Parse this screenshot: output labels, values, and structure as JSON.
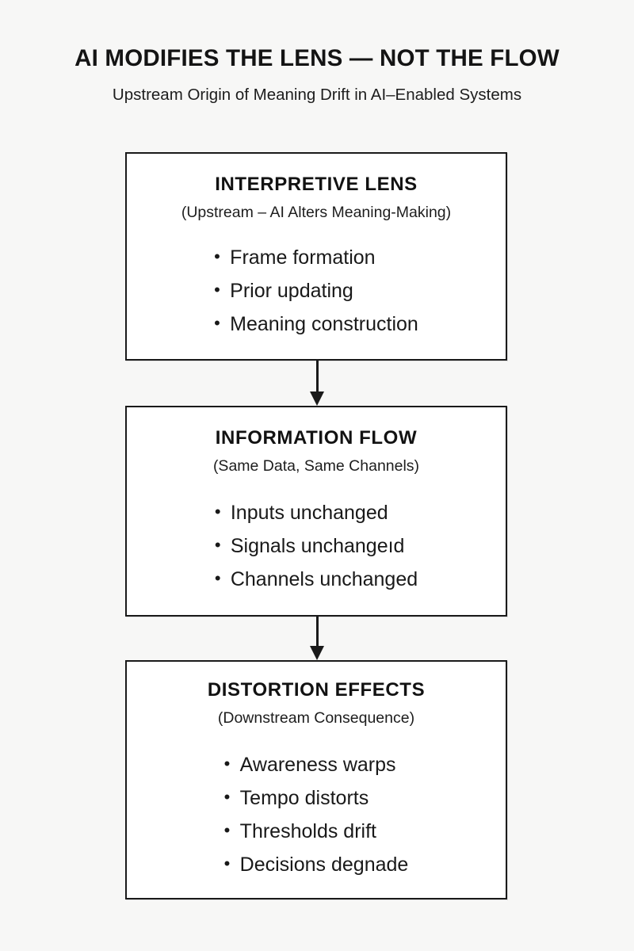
{
  "header": {
    "title": "AI MODIFIES THE LENS — NOT THE FLOW",
    "subtitle": "Upstream Origin of Meaning Drift in AI–Enabled Systems"
  },
  "colors": {
    "background": "#f7f7f6",
    "box_fill": "#ffffff",
    "stroke": "#1a1a1a",
    "text": "#161616"
  },
  "boxes": [
    {
      "heading": "INTERPRETIVE LENS",
      "subheading": "(Upstream – AI Alters Meaning-Making)",
      "bullets": [
        "Frame formation",
        "Prior updating",
        "Meaning construction"
      ]
    },
    {
      "heading": "INFORMATION FLOW",
      "subheading": "(Same Data, Same Channels)",
      "bullets": [
        "Inputs unchanged",
        "Signals unchangeıd",
        "Channels unchanged"
      ]
    },
    {
      "heading": "DISTORTION EFFECTS",
      "subheading": "(Downstream Consequence)",
      "bullets": [
        "Awareness warps",
        "Tempo distorts",
        "Thresholds drift",
        "Decisions degnade"
      ]
    }
  ],
  "bullet_glyph": "•",
  "connectors": [
    {
      "from": "INTERPRETIVE LENS",
      "to": "INFORMATION FLOW",
      "direction": "down"
    },
    {
      "from": "INFORMATION FLOW",
      "to": "DISTORTION EFFECTS",
      "direction": "down"
    }
  ]
}
